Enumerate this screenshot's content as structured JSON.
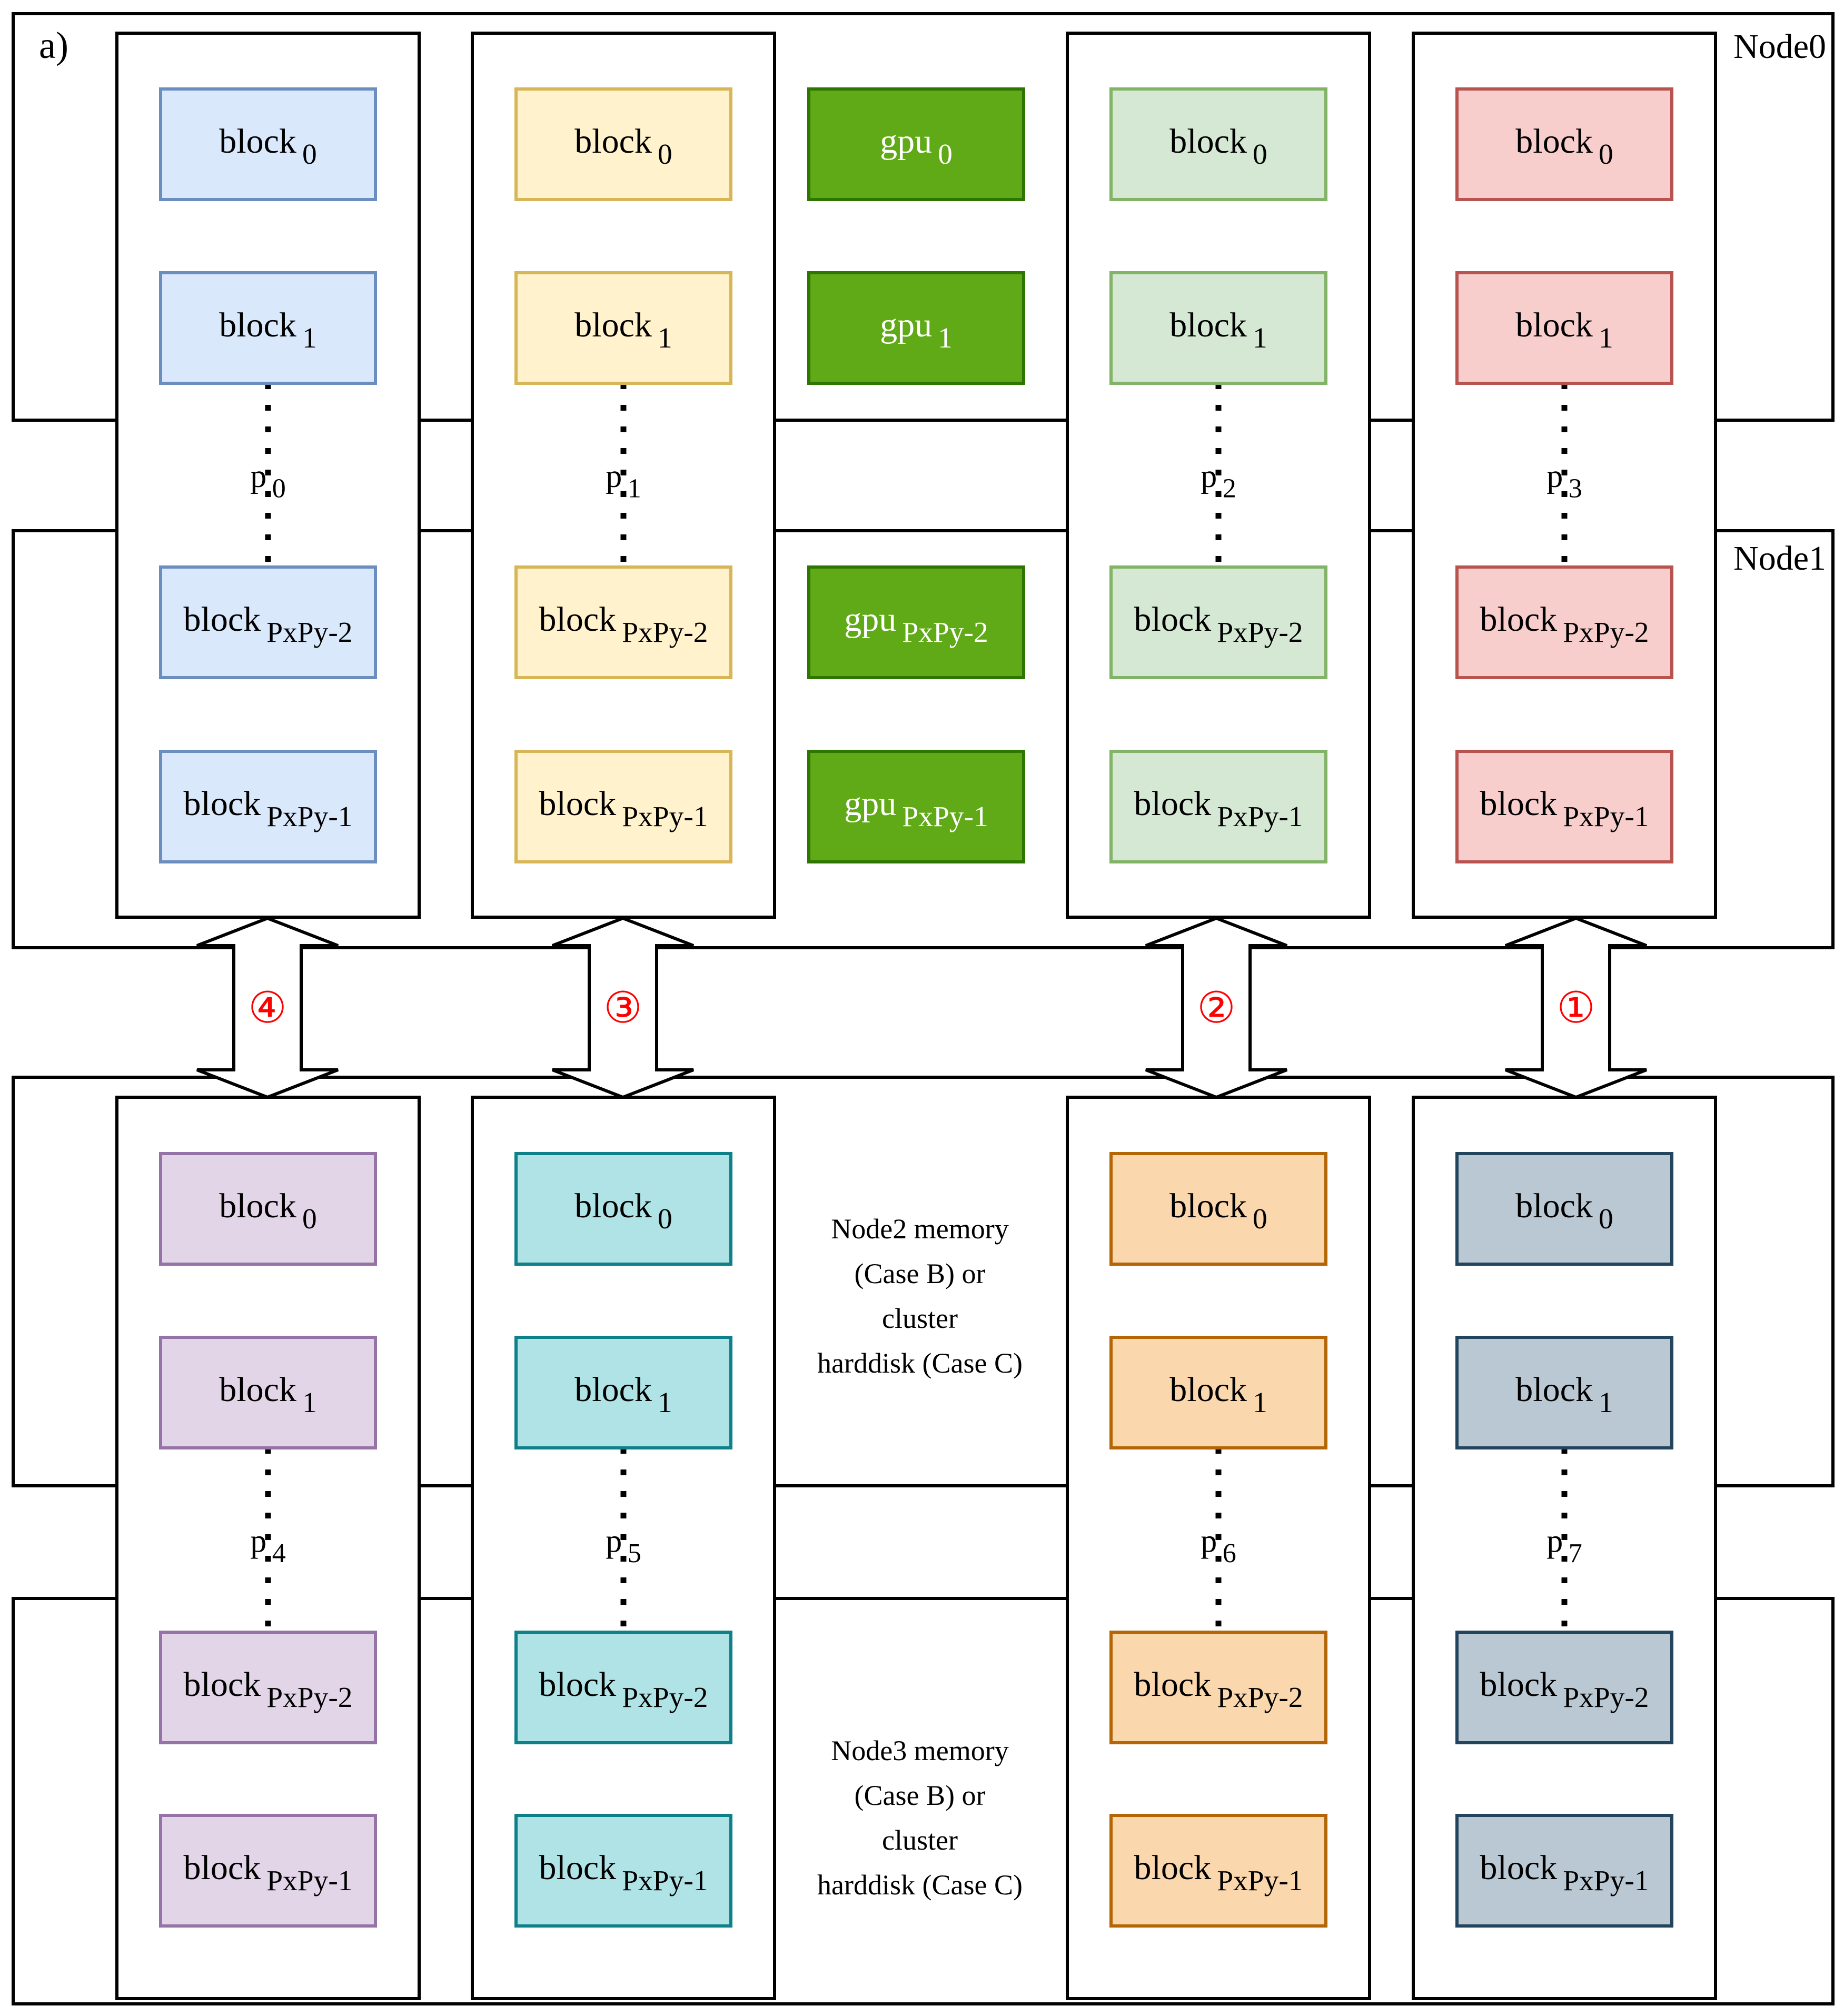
{
  "panel_label": "a)",
  "nodes": [
    {
      "label": "Node0"
    },
    {
      "label": "Node1"
    },
    {
      "label": "",
      "caption": [
        "Node2 memory",
        "(Case B) or",
        "cluster",
        "harddisk (Case C)"
      ]
    },
    {
      "label": "",
      "caption": [
        "Node3 memory",
        "(Case B) or",
        "cluster",
        "harddisk (Case C)"
      ]
    }
  ],
  "processes": [
    {
      "name": "p",
      "sub": "0",
      "fill": "#dae8fc",
      "stroke": "#6c8ebf",
      "text": "#000000"
    },
    {
      "name": "p",
      "sub": "1",
      "fill": "#fff2cc",
      "stroke": "#d6b656",
      "text": "#000000"
    },
    {
      "name": "p",
      "sub": "2",
      "fill": "#d5e8d4",
      "stroke": "#82b366",
      "text": "#000000"
    },
    {
      "name": "p",
      "sub": "3",
      "fill": "#f8cecc",
      "stroke": "#b85450",
      "text": "#000000"
    },
    {
      "name": "p",
      "sub": "4",
      "fill": "#e1d5e7",
      "stroke": "#9673a6",
      "text": "#000000"
    },
    {
      "name": "p",
      "sub": "5",
      "fill": "#b0e3e6",
      "stroke": "#0e8088",
      "text": "#000000"
    },
    {
      "name": "p",
      "sub": "6",
      "fill": "#fad7ac",
      "stroke": "#b46504",
      "text": "#000000"
    },
    {
      "name": "p",
      "sub": "7",
      "fill": "#bac8d3",
      "stroke": "#23445d",
      "text": "#000000"
    }
  ],
  "blocks": [
    {
      "name": "block",
      "sub": "0"
    },
    {
      "name": "block",
      "sub": "1"
    },
    {
      "name": "block",
      "sub": "PxPy-2"
    },
    {
      "name": "block",
      "sub": "PxPy-1"
    }
  ],
  "gpus": {
    "fill": "#60a917",
    "stroke": "#2d7600",
    "text": "#ffffff",
    "items": [
      {
        "name": "gpu",
        "sub": "0"
      },
      {
        "name": "gpu",
        "sub": "1"
      },
      {
        "name": "gpu",
        "sub": "PxPy-2"
      },
      {
        "name": "gpu",
        "sub": "PxPy-1"
      }
    ]
  },
  "transfers": [
    {
      "label": "④",
      "color": "#ff0000"
    },
    {
      "label": "③",
      "color": "#ff0000"
    },
    {
      "label": "②",
      "color": "#ff0000"
    },
    {
      "label": "①",
      "color": "#ff0000"
    }
  ]
}
